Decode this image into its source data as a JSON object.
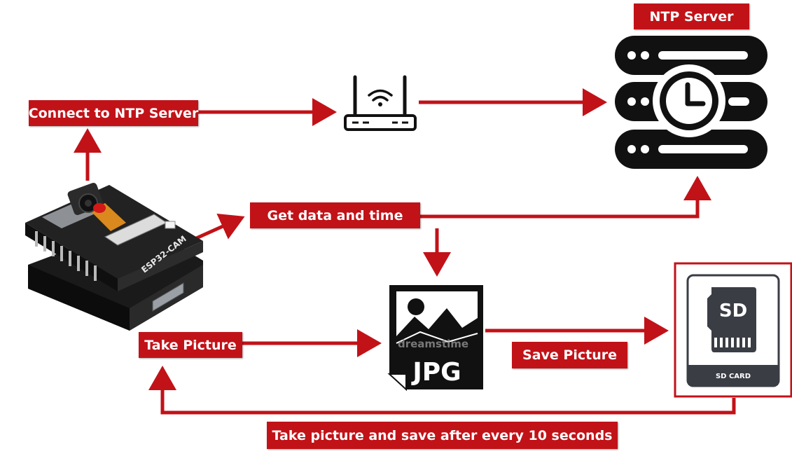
{
  "labels": {
    "ntp_server": "NTP Server",
    "connect": "Connect to NTP Server",
    "get_data": "Get data and time",
    "take_picture": "Take Picture",
    "save_picture": "Save Picture",
    "loop": "Take picture and save after every 10 seconds"
  },
  "board": {
    "silkscreen": "ESP32-CAM"
  },
  "jpg_icon": {
    "text": "JPG",
    "watermark": "dreamstime"
  },
  "sd_card": {
    "logo": "SD",
    "caption": "SD CARD"
  },
  "icons": [
    "router-icon",
    "ntp-server-icon",
    "esp32-cam-board",
    "jpg-file-icon",
    "sd-card-icon"
  ],
  "colors": {
    "accent": "#c11218",
    "icon": "#111111",
    "sd_body": "#3a3d44"
  }
}
